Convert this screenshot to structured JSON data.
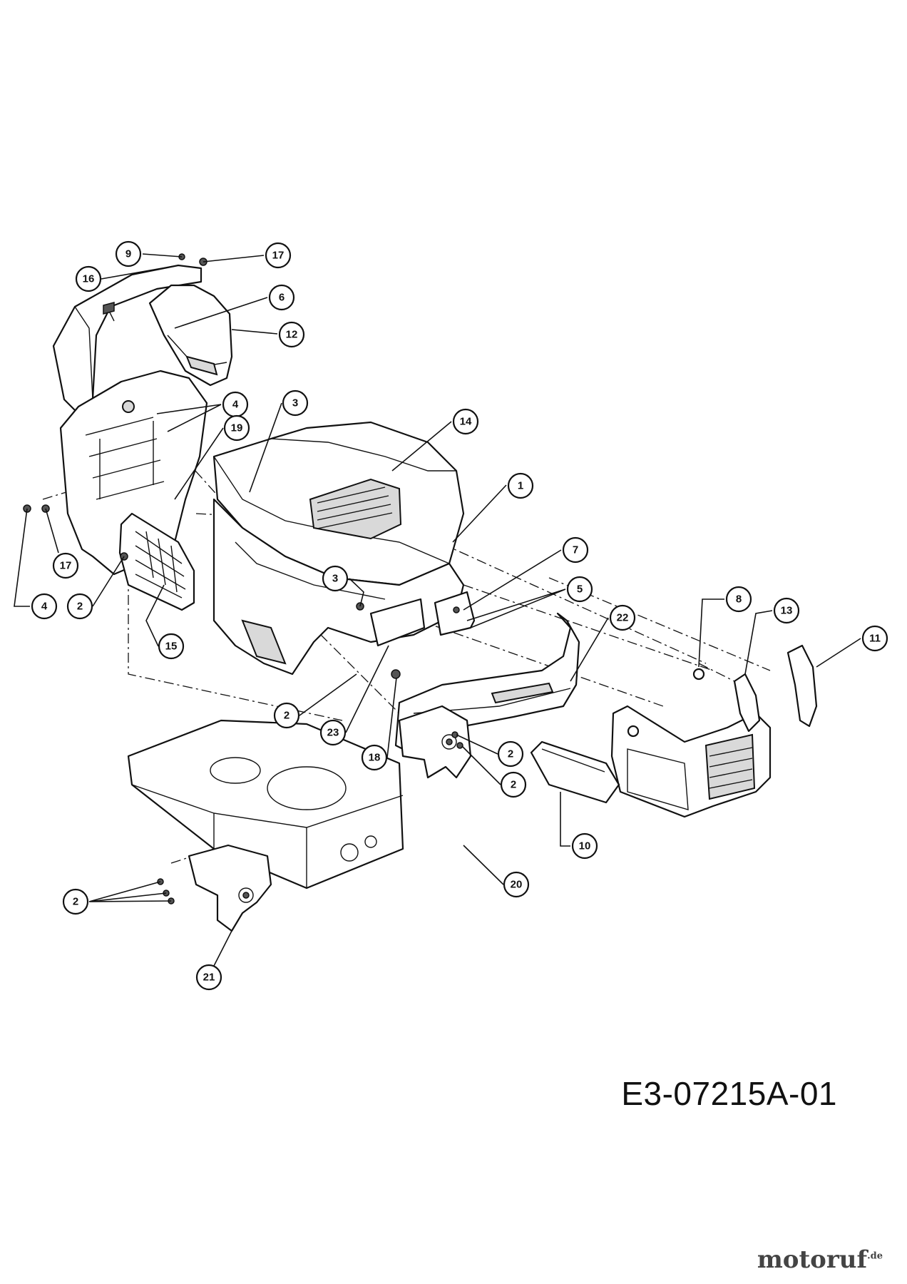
{
  "drawing_code": "E3-07215A-01",
  "watermark": {
    "brand": "motoruf",
    "tld": ".de"
  },
  "callouts": [
    {
      "id": "c9",
      "label": "9"
    },
    {
      "id": "c17a",
      "label": "17"
    },
    {
      "id": "c16",
      "label": "16"
    },
    {
      "id": "c6",
      "label": "6"
    },
    {
      "id": "c12",
      "label": "12"
    },
    {
      "id": "c4a",
      "label": "4"
    },
    {
      "id": "c3a",
      "label": "3"
    },
    {
      "id": "c19",
      "label": "19"
    },
    {
      "id": "c14",
      "label": "14"
    },
    {
      "id": "c1",
      "label": "1"
    },
    {
      "id": "c17b",
      "label": "17"
    },
    {
      "id": "c4b",
      "label": "4"
    },
    {
      "id": "c2a",
      "label": "2"
    },
    {
      "id": "c15",
      "label": "15"
    },
    {
      "id": "c7",
      "label": "7"
    },
    {
      "id": "c3b",
      "label": "3"
    },
    {
      "id": "c5",
      "label": "5"
    },
    {
      "id": "c22",
      "label": "22"
    },
    {
      "id": "c8",
      "label": "8"
    },
    {
      "id": "c13",
      "label": "13"
    },
    {
      "id": "c11",
      "label": "11"
    },
    {
      "id": "c2b",
      "label": "2"
    },
    {
      "id": "c23",
      "label": "23"
    },
    {
      "id": "c18",
      "label": "18"
    },
    {
      "id": "c2c",
      "label": "2"
    },
    {
      "id": "c2d",
      "label": "2"
    },
    {
      "id": "c10",
      "label": "10"
    },
    {
      "id": "c20",
      "label": "20"
    },
    {
      "id": "c2e",
      "label": "2"
    },
    {
      "id": "c21",
      "label": "21"
    }
  ]
}
